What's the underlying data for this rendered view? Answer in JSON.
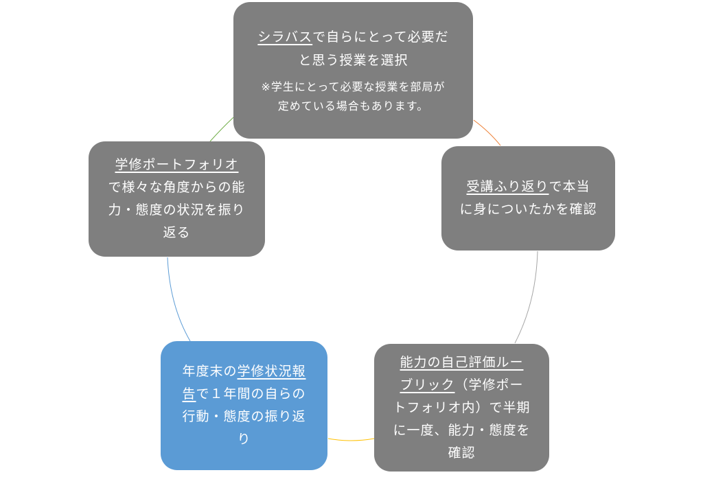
{
  "colors": {
    "node_gray": "#7f7f7f",
    "node_blue": "#5b9bd5",
    "text": "#ffffff",
    "connector_top_right": "#ed7d31",
    "connector_right": "#a5a5a5",
    "connector_bottom": "#ffc000",
    "connector_left": "#5b9bd5",
    "connector_top_left": "#70ad47"
  },
  "nodes": {
    "syllabus": {
      "keyword": "シラバス",
      "line1_rest": "で自らにとって必要だ",
      "line2": "と思う授業を選択",
      "note_line1": "※学生にとって必要な授業を部局が",
      "note_line2": "定めている場合もあります。"
    },
    "reflection": {
      "keyword": "受講ふり返り",
      "line1_rest": "で本当",
      "line2": "に身についたかを確認"
    },
    "rubric": {
      "keyword_line1": "能力の自己評価ルー",
      "keyword_line2": "ブリック",
      "line2_rest": "（学修ポー",
      "line3": "トフォリオ内）で半期",
      "line4": "に一度、能力・態度を",
      "line5": "確認"
    },
    "report": {
      "line1_pre": "年度末の",
      "keyword_line1": "学修状況報",
      "keyword_line2": "告",
      "line2_rest": "で１年間の自らの",
      "line3": "行動・態度の振り返",
      "line4": "り"
    },
    "portfolio": {
      "keyword": "学修ポートフォリオ",
      "line2": "で様々な角度からの能",
      "line3": "力・態度の状況を振り",
      "line4": "返る"
    }
  }
}
